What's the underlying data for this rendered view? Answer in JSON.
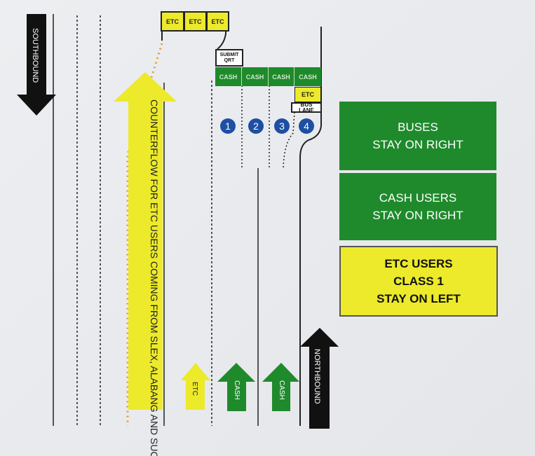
{
  "toll_booths": {
    "etc_top": [
      "ETC",
      "ETC",
      "ETC"
    ],
    "submit_qrt": "SUBMIT QRT",
    "cash": [
      "CASH",
      "CASH",
      "CASH",
      "CASH"
    ],
    "etc_lane4": "ETC",
    "bus_lane": "BUS LANE"
  },
  "lane_numbers": [
    "1",
    "2",
    "3",
    "4"
  ],
  "arrows": {
    "southbound": "SOUTHBOUND",
    "northbound": "NORTHBOUND",
    "counterflow": "COUNTERFLOW FOR ETC USERS COMING FROM SLEX, ALABANG AND SUCAT",
    "etc": "ETC",
    "cash1": "CASH",
    "cash2": "CASH"
  },
  "signs": [
    {
      "lines": [
        "BUSES",
        "STAY ON RIGHT"
      ],
      "color": "#1f8a2c"
    },
    {
      "lines": [
        "CASH USERS",
        "STAY ON RIGHT"
      ],
      "color": "#1f8a2c"
    },
    {
      "lines": [
        "ETC USERS",
        "CLASS 1",
        "STAY ON LEFT"
      ],
      "color": "#ecea2a"
    }
  ]
}
